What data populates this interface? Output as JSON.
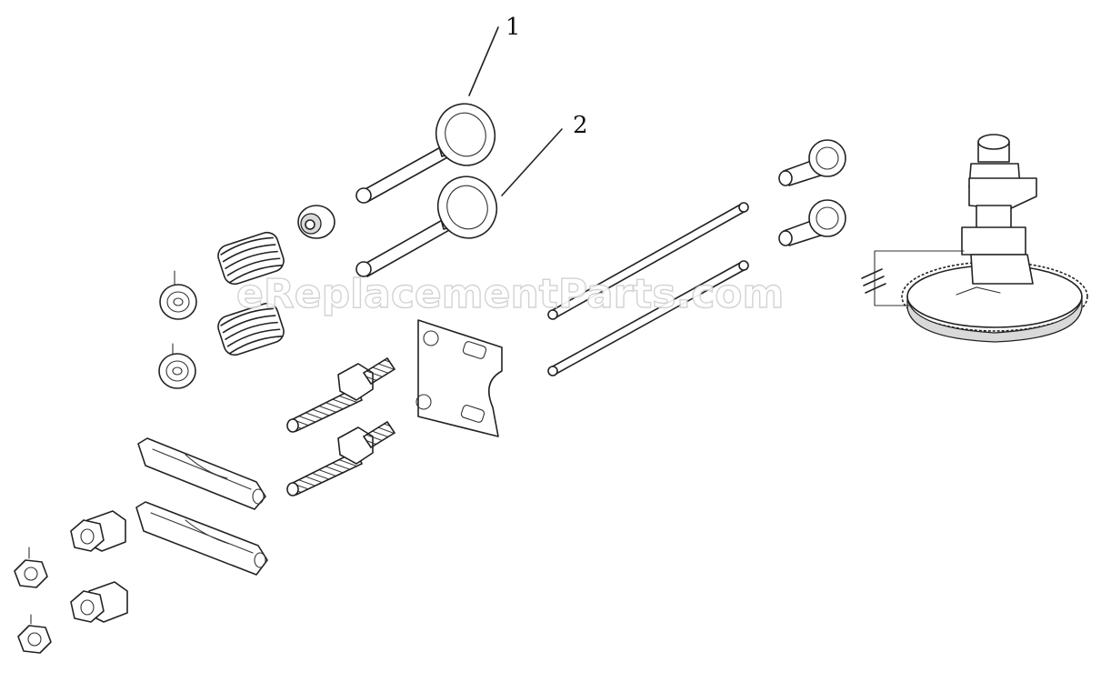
{
  "diagram": {
    "callouts": [
      {
        "id": "1",
        "label": "1"
      },
      {
        "id": "2",
        "label": "2"
      }
    ],
    "watermark": "eReplacementParts.com"
  },
  "colors": {
    "line": "#222222",
    "background": "#ffffff",
    "watermark_outline": "#cfcfcf"
  }
}
